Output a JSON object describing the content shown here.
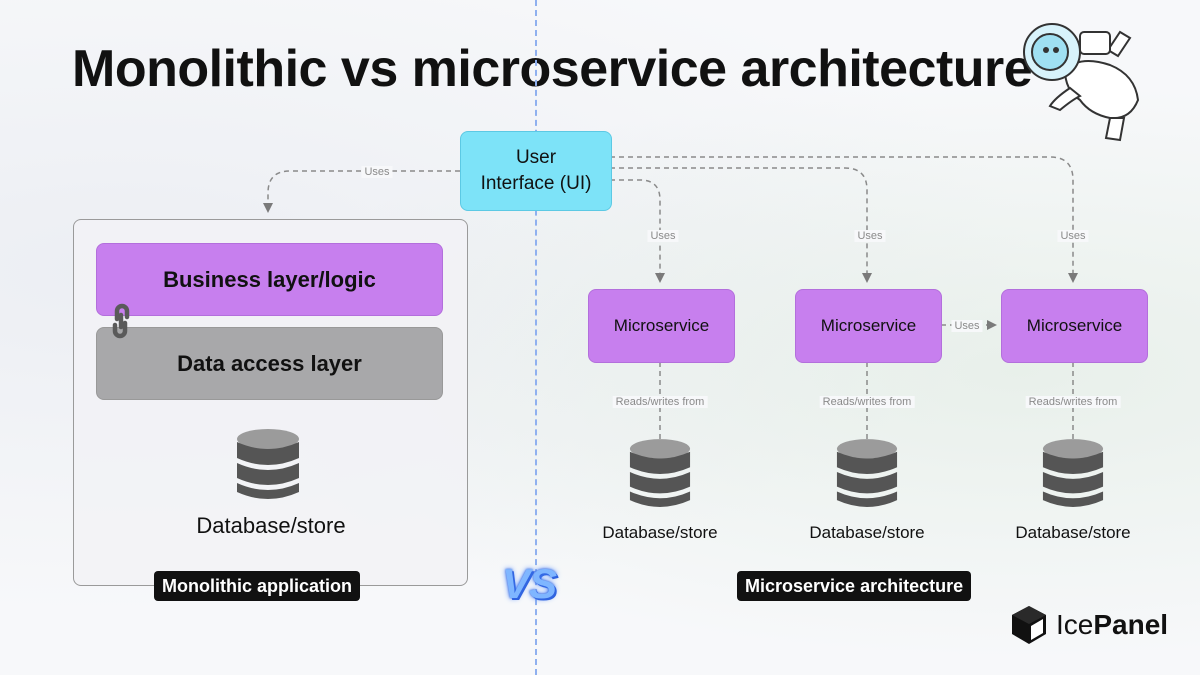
{
  "title": "Monolithic vs microservice architecture",
  "user_interface": "User\nInterface (UI)",
  "monolith": {
    "business_layer": "Business layer/logic",
    "data_access_layer": "Data access layer",
    "database": "Database/store",
    "tag": "Monolithic application"
  },
  "microservices": {
    "services": [
      {
        "label": "Microservice",
        "database": "Database/store"
      },
      {
        "label": "Microservice",
        "database": "Database/store"
      },
      {
        "label": "Microservice",
        "database": "Database/store"
      }
    ],
    "tag": "Microservice architecture"
  },
  "edge_labels": {
    "uses": "Uses",
    "reads_writes": "Reads/writes from"
  },
  "vs_label": "VS",
  "logo": {
    "part1": "Ice",
    "part2": "Panel"
  },
  "colors": {
    "ui_box": "#7de3f8",
    "business_layer": "#c77fee",
    "microservice": "#c77fee",
    "data_access_layer": "#a8a8aa",
    "divider": "#8fb0ef",
    "vs": "#7fb6ff"
  },
  "icons": [
    "database-icon",
    "link-icon",
    "icepanel-logo-icon",
    "astronaut-mascot-icon"
  ]
}
